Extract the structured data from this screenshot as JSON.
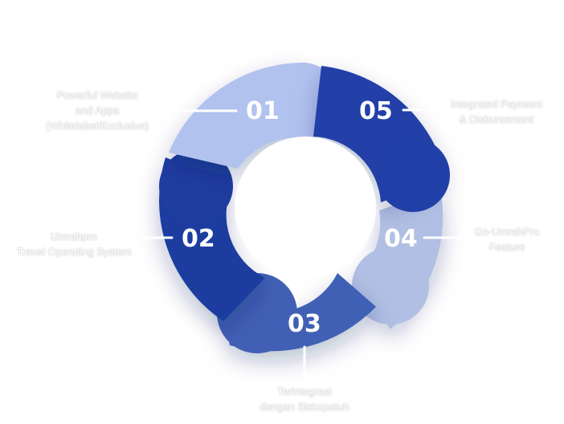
{
  "colors": {
    "segment_01": "#b2c2ef",
    "segment_02": "#1f3d9f",
    "segment_03": "#4160b5",
    "segment_04": "#b0bfe3",
    "segment_05": "#2140a7",
    "label_text": "#ffffff"
  },
  "segments": [
    {
      "number": "01",
      "label_lines": [
        "Powerful Website",
        "and Apps",
        "(Whitelabel/Exclusive)"
      ]
    },
    {
      "number": "02",
      "label_lines": [
        "Umrahpro",
        "Travel Operating System"
      ]
    },
    {
      "number": "03",
      "label_lines": [
        "Terintegrasi",
        "dengan Siskopatuh"
      ]
    },
    {
      "number": "04",
      "label_lines": [
        "Go-UmrahPro",
        "Feature"
      ]
    },
    {
      "number": "05",
      "label_lines": [
        "Integrated Payment",
        "& Disbursement"
      ]
    }
  ]
}
